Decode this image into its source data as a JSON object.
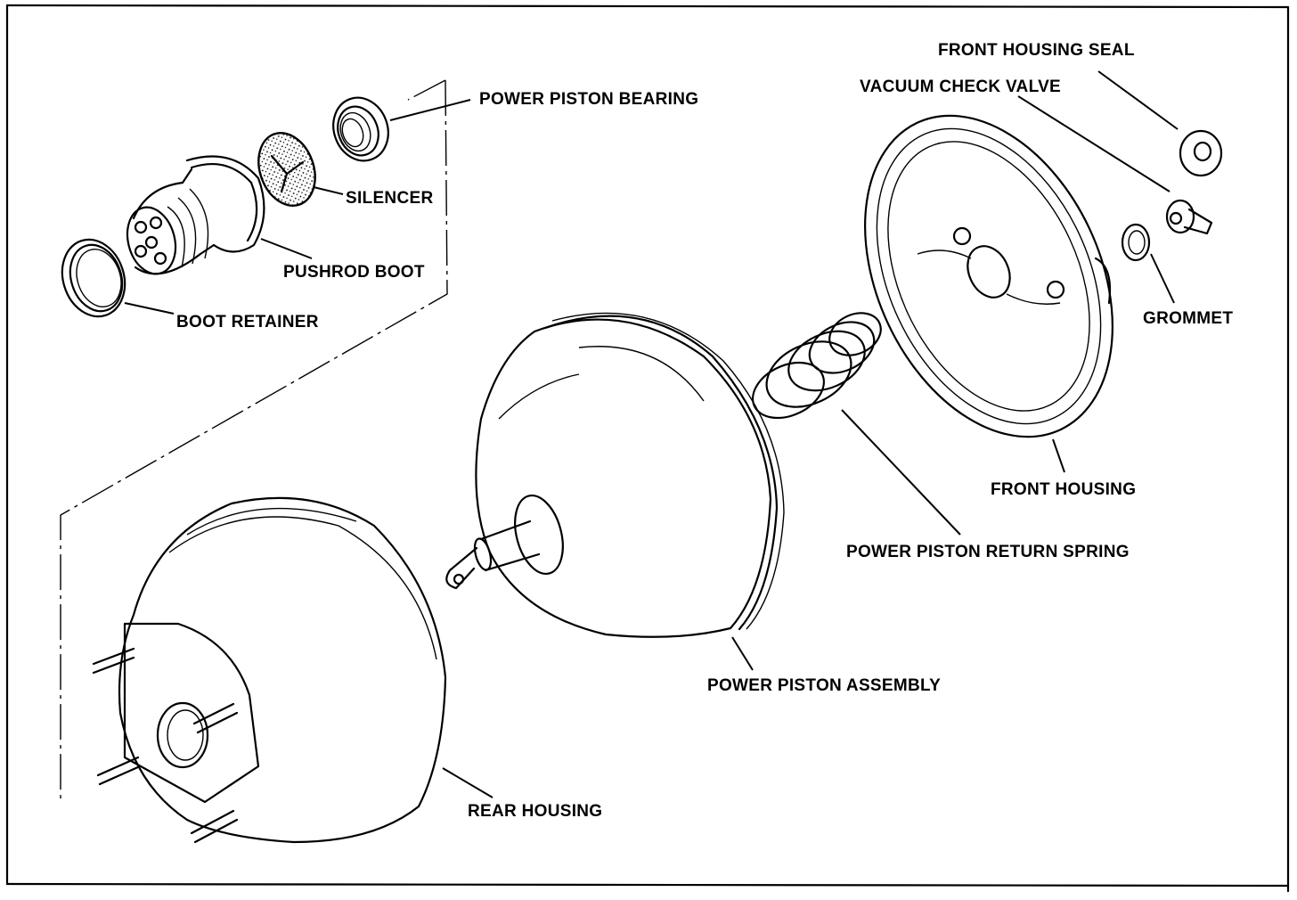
{
  "diagram": {
    "title": "Brake booster exploded view",
    "labels": {
      "front_housing_seal": "FRONT HOUSING SEAL",
      "vacuum_check_valve": "VACUUM CHECK VALVE",
      "power_piston_bearing": "POWER PISTON BEARING",
      "silencer": "SILENCER",
      "pushrod_boot": "PUSHROD BOOT",
      "boot_retainer": "BOOT RETAINER",
      "grommet": "GROMMET",
      "front_housing": "FRONT HOUSING",
      "power_piston_return_spring": "POWER PISTON RETURN SPRING",
      "power_piston_assembly": "POWER PISTON ASSEMBLY",
      "rear_housing": "REAR HOUSING"
    }
  }
}
